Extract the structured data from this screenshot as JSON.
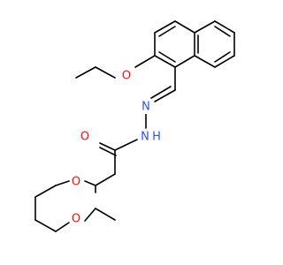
{
  "colors": {
    "background": "#ffffff",
    "bond": "#000000",
    "oxygen": "#ff0d0d",
    "nitrogen": "#3050f8",
    "hydrogen_on_nitrogen": "#3050f8"
  },
  "atoms": {
    "o_ethoxy": "O",
    "n_imine": "N",
    "n_amide": "N",
    "h_amide": "H",
    "o_carbonyl": "O",
    "o_ring_top": "O",
    "o_ring_bottom": "O"
  }
}
